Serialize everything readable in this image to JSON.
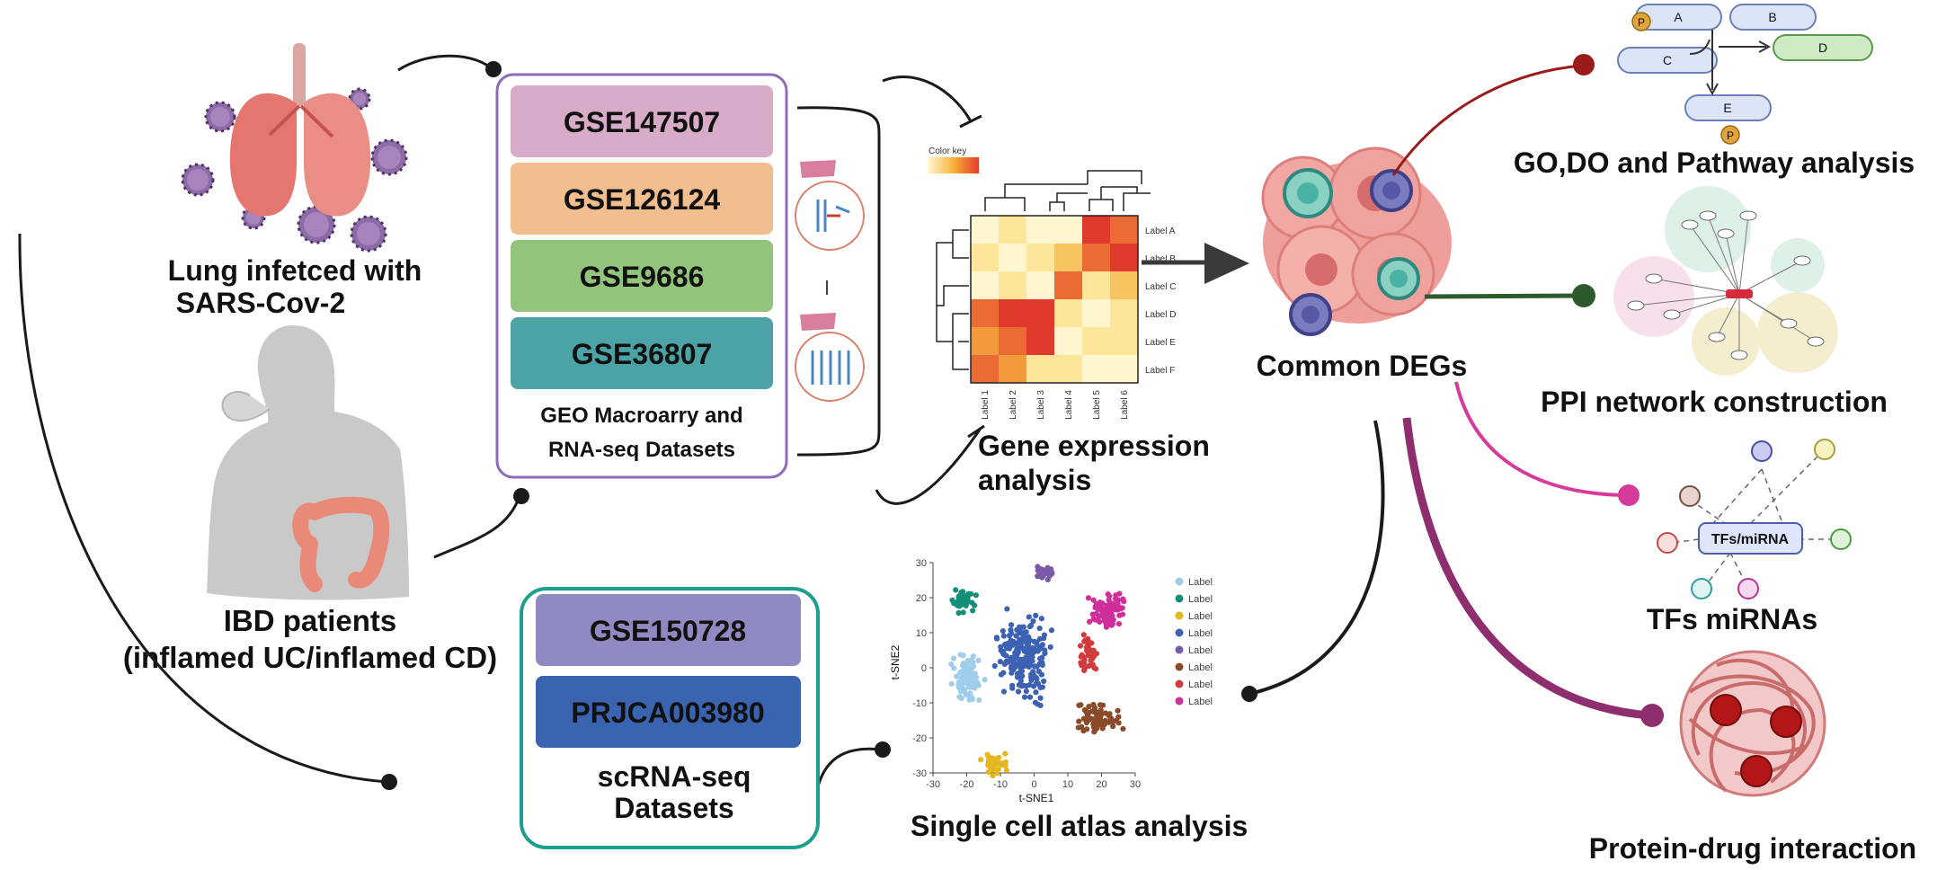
{
  "inputs": {
    "lung_label_line1": "Lung infetced with",
    "lung_label_line2": "SARS-Cov-2",
    "ibd_label_line1": "IBD patients",
    "ibd_label_line2": "(inflamed UC/inflamed CD)"
  },
  "geo_box": {
    "datasets": [
      "GSE147507",
      "GSE126124",
      "GSE9686",
      "GSE36807"
    ],
    "colors": [
      "#d8abc9",
      "#f2bd8f",
      "#93c47c",
      "#4ba3a6"
    ],
    "border_color": "#8e6bb8",
    "caption_line1": "GEO Macroarry and",
    "caption_line2": "RNA-seq Datasets"
  },
  "sc_box": {
    "datasets": [
      "GSE150728",
      "PRJCA003980"
    ],
    "colors": [
      "#8f8ac1",
      "#3a63b0"
    ],
    "border_color": "#1e9e8e",
    "caption_line1": "scRNA-seq",
    "caption_line2": "Datasets"
  },
  "heatmap": {
    "color_key_label": "Color key",
    "row_labels": [
      "Label A",
      "Label B",
      "Label C",
      "Label D",
      "Label E",
      "Label F"
    ],
    "col_labels": [
      "Label 1",
      "Label 2",
      "Label 3",
      "Label 4",
      "Label 5",
      "Label 6"
    ],
    "title_line1": "Gene expression",
    "title_line2": "analysis"
  },
  "center": {
    "label": "Common DEGs"
  },
  "tsne": {
    "xlabel": "t-SNE1",
    "ylabel": "t-SNE2",
    "x_ticks": [
      "-30",
      "-20",
      "-10",
      "0",
      "10",
      "20",
      "30"
    ],
    "y_ticks": [
      "30",
      "20",
      "10",
      "0",
      "-10",
      "-20",
      "-30"
    ],
    "legend_entries": [
      "Label",
      "Label",
      "Label",
      "Label",
      "Label",
      "Label",
      "Label",
      "Label"
    ],
    "cluster_colors": [
      "#9fcdea",
      "#138f78",
      "#e6b81f",
      "#3d62b4",
      "#7a5aa6",
      "#8b4a2a",
      "#d23b3b",
      "#cf2f9a"
    ],
    "title": "Single cell atlas analysis"
  },
  "outputs": {
    "pathway_label": "GO,DO and Pathway analysis",
    "pathway_nodes": [
      "A",
      "B",
      "C",
      "D",
      "E"
    ],
    "pathway_badge": "P",
    "ppi_label": "PPI network construction",
    "tf_label": "TFs miRNAs",
    "tf_center": "TFs/miRNA",
    "drug_label": "Protein-drug interaction"
  }
}
